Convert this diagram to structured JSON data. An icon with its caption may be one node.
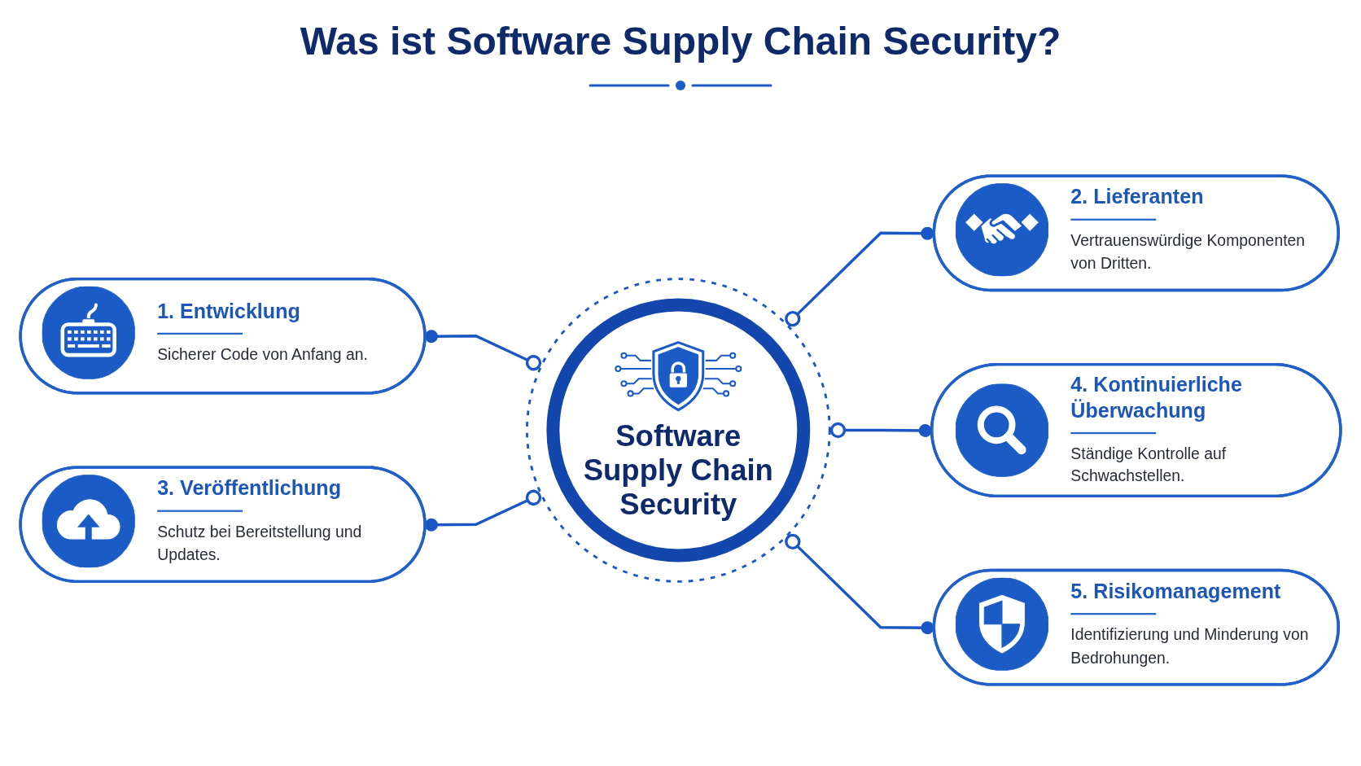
{
  "diagram": {
    "title": "Was ist Software Supply Chain Security?",
    "nodes": [
      {
        "text": [
          "Software Supply Chain Security"
        ]
      },
      {
        "text": [
          "1. Entwicklung",
          "Sicherer Code von Anfang an."
        ]
      },
      {
        "text": [
          "2. Lieferanten",
          "Vertrauenswürdige Komponenten von Dritten."
        ]
      },
      {
        "text": [
          "3. Veröffentlichung",
          "Schutz bei Bereitstellung und Updates."
        ]
      },
      {
        "text": [
          "4. Kontinuierliche Überwachung",
          "Ständige Kontrolle auf Schwachstellen."
        ]
      },
      {
        "text": [
          "5. Risikomanagement",
          "Identifizierung und Minderung von Bedrohungen."
        ]
      }
    ],
    "edges": [
      {
        "from": 0,
        "to": 1,
        "arrow": "other"
      },
      {
        "from": 0,
        "to": 2,
        "arrow": "other"
      },
      {
        "from": 0,
        "to": 3,
        "arrow": "other"
      },
      {
        "from": 0,
        "to": 4,
        "arrow": "other"
      },
      {
        "from": 0,
        "to": 5,
        "arrow": "other"
      }
    ]
  }
}
